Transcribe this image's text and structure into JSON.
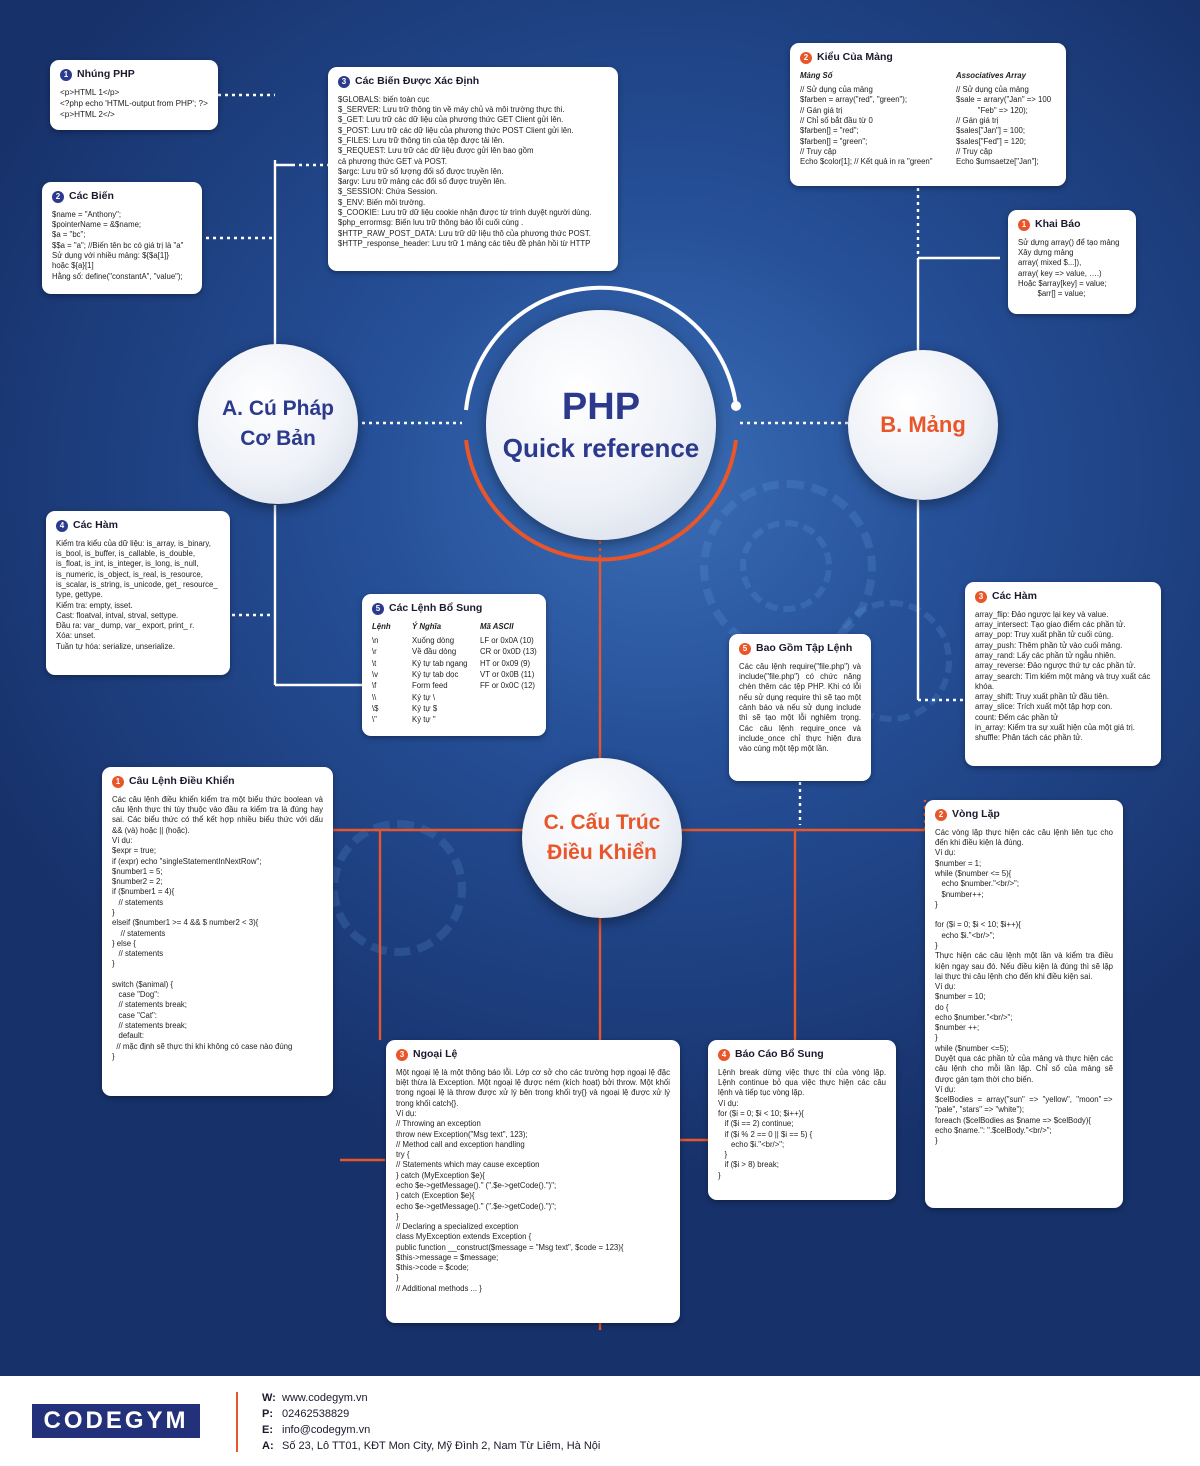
{
  "center": {
    "title": "PHP",
    "subtitle": "Quick reference"
  },
  "hubs": {
    "a": {
      "line1": "A. Cú Pháp",
      "line2": "Cơ Bản"
    },
    "b": {
      "line1": "B. Mảng"
    },
    "c": {
      "line1": "C. Cấu Trúc",
      "line2": "Điều Khiển"
    }
  },
  "colors": {
    "orange": "#e8562a",
    "navy": "#2b3a8c",
    "background": "#23498f"
  },
  "cards": {
    "nhung_php": {
      "num": "1",
      "title": "Nhúng PHP",
      "body": "<p>HTML 1</p>\n<?php echo 'HTML-output from PHP'; ?>\n<p>HTML 2</>"
    },
    "cac_bien": {
      "num": "2",
      "title": "Các Biến",
      "body": "$name = \"Anthony\";\n$pointerName = &$name;\n$a = \"bc\";\n$$a = \"a\"; //Biến tên bc có giá trị là \"a\"\nSử dụng với nhiều mảng: ${$a[1]}\nhoặc ${a}[1]\nHằng số: define(\"constantA\", \"value\");"
    },
    "bien_xac_dinh": {
      "num": "3",
      "title": "Các Biến Được Xác Định",
      "body": "$GLOBALS: biến toàn cục\n$_SERVER: Lưu trữ thông tin về máy chủ và môi trường thực thi.\n$_GET: Lưu trữ các dữ liệu của phương thức GET Client gửi lên.\n$_POST: Lưu trữ các dữ liệu của phương thức POST Client gửi lên.\n$_FILES: Lưu trữ thông tin của tệp được tải lên.\n$_REQUEST: Lưu trữ các dữ liệu được gửi lên bao gồm\ncả phương thức GET và POST.\n$argc: Lưu trữ số lượng đối số được truyền lên.\n$argv: Lưu trữ mảng các đối số được truyền lên.\n$_SESSION: Chứa Session.\n$_ENV: Biến môi trường.\n$_COOKIE: Lưu trữ dữ liệu cookie nhận được từ trình duyệt người dùng.\n$php_errormsg: Biến lưu trữ thông báo lỗi cuối cùng .\n$HTTP_RAW_POST_DATA: Lưu trữ dữ liệu thô của phương thức POST.\n$HTTP_response_header: Lưu trữ 1 mảng các tiêu đề phản hồi từ HTTP"
    },
    "cac_ham_a": {
      "num": "4",
      "title": "Các Hàm",
      "body": "Kiểm tra kiểu của dữ liệu: is_array, is_binary, is_bool, is_buffer, is_callable, is_double, is_float, is_int, is_integer, is_long, is_null, is_numeric, is_object, is_real, is_resource, is_scalar, is_string, is_unicode, get_ resource_ type, gettype.\nKiểm tra: empty, isset.\nCast: floatval, intval, strval, settype.\nĐầu ra: var_ dump, var_ export, print_ r.\nXóa: unset.\nTuần tự hóa: serialize, unserialize."
    },
    "lenh_bo_sung": {
      "num": "5",
      "title": "Các Lệnh Bổ Sung",
      "headers": [
        "Lệnh",
        "Ý Nghĩa",
        "Mã ASCII"
      ],
      "rows": [
        [
          "\\n",
          "Xuống dòng",
          "LF or 0x0A (10)"
        ],
        [
          "\\r",
          "Về đầu dòng",
          "CR or 0x0D (13)"
        ],
        [
          "\\t",
          "Ký tự tab ngang",
          "HT or 0x09 (9)"
        ],
        [
          "\\v",
          "Ký tự tab dọc",
          "VT or 0x0B (11)"
        ],
        [
          "\\f",
          "Form feed",
          "FF or 0x0C (12)"
        ],
        [
          "\\\\",
          "Ký tự \\",
          ""
        ],
        [
          "\\$",
          "Ký tự $",
          ""
        ],
        [
          "\\\"",
          "Ký tự \"",
          ""
        ]
      ]
    },
    "kieu_mang": {
      "num": "2",
      "title": "Kiểu Của Mảng",
      "left_title": "Mảng Số",
      "left_body": "// Sử dụng của mảng\n$farben = array(\"red\", \"green\");\n// Gán giá trị\n// Chỉ số bắt đầu từ 0\n$farben[] = \"red\";\n$farben[] = \"green\";\n// Truy cập\nEcho $color[1]; // Kết quả in ra \"green\"",
      "right_title": "Associatives Array",
      "right_body": "// Sử dụng của mảng\n$sale = arrary(\"Jan\" => 100\n          \"Feb\" => 120);\n// Gán giá trị\n$sales[\"Jan\"] = 100;\n$sales[\"Fed\"] = 120;\n// Truy cập\nEcho $umsaetze[\"Jan\"];"
    },
    "khai_bao": {
      "num": "1",
      "title": "Khai Báo",
      "body": "Sử dựng array() để tạo mảng\nXây dựng mảng\narray( mixed $...]),\narray( key => value, ….)\nHoặc $array[key] = value;\n         $arr[] = value;"
    },
    "cac_ham_b": {
      "num": "3",
      "title": "Các Hàm",
      "body": "array_flip: Đảo ngược lại key và value.\narray_intersect: Tạo giao điểm các phần tử.\narray_pop: Truy xuất phần tử cuối cùng.\narray_push: Thêm phần tử vào cuối mảng.\narray_rand: Lấy các phần tử ngẫu nhiên.\narray_reverse: Đảo ngược thứ tự các phần tử.\narray_search: Tìm kiếm một mảng và truy xuất các khóa.\narray_shift: Truy xuất phần tử đầu tiên.\narray_slice: Trích xuất một tập hợp con.\ncount: Đếm các phần tử\nin_array: Kiểm tra sự xuất hiện của một giá trị.\nshuffle: Phân tách các phần tử."
    },
    "bao_gom": {
      "num": "5",
      "title": "Bao Gồm Tập Lệnh",
      "body": "Các câu lệnh require(\"file.php\") và include(\"file.php\") có chức năng chèn thêm các tệp PHP. Khi có lỗi nếu sử dụng require thì sẽ tạo một cảnh báo và nếu sử dụng include thì sẽ tạo một lỗi nghiêm trọng. Các câu lệnh require_once và include_once chỉ thực hiện đưa vào cùng một tệp một lần."
    },
    "dieu_khien": {
      "num": "1",
      "title": "Câu Lệnh Điều Khiển",
      "intro": "Các câu lệnh điều khiển kiểm tra một biểu thức boolean và câu lệnh thực thi tùy thuộc vào đầu ra kiểm tra là đúng hay sai. Các biểu thức có thể kết hợp nhiều biểu thức với dấu && (và) hoặc || (hoặc).",
      "body": "Ví dụ:\n$expr = true;\nif (expr) echo \"singleStatementInNextRow\";\n$number1 = 5;\n$number2 = 2;\nif ($number1 = 4){\n   // statements\n}\nelseif ($number1 >= 4 && $ number2 < 3){\n    // statements\n} else {\n   // statements\n}\n\nswitch ($animal) {\n   case \"Dog\":\n   // statements break;\n   case \"Cat\":\n   // statements break;\n   default:\n  // mặc định sẽ thực thi khi không có case nào đúng\n}"
    },
    "vong_lap": {
      "num": "2",
      "title": "Vòng Lặp",
      "body1": "Các vòng lặp thực hiện các câu lệnh liên tục cho đến khi điều kiện là đúng.",
      "body2": "Ví dụ:\n$number = 1;\nwhile ($number <= 5){\n   echo $number.\"<br/>\";\n   $number++;\n}\n\nfor ($i = 0; $i < 10; $i++){\n   echo $i.\"<br/>\";\n}\n",
      "body3": "Thực hiện các câu lệnh một lần và kiểm tra điều kiện ngay sau đó. Nếu điều kiện là đúng thì sẽ lặp lại thực thi câu lệnh cho đến khi điều kiện sai.",
      "body4": "Ví dụ:\n$number = 10;\ndo {\necho $number.\"<br/>\";\n$number ++;\n}\nwhile ($number <=5);",
      "body5": "Duyệt qua các phần tử của mảng và thực hiện các câu lệnh cho mỗi lần lặp. Chỉ số của mảng sẽ được gán tạm thời cho biến.",
      "body6": "Ví dụ:\n$celBodies  =  array(\"sun\"  =>  \"yellow\",  \"moon\" => \"pale\", \"stars\" => \"white\");\nforeach ($celBodies as $name => $celBody){\necho $name.\": \".$celBody.\"<br/>\";\n}"
    },
    "ngoai_le": {
      "num": "3",
      "title": "Ngoại Lệ",
      "intro": "Một ngoại lệ là một thông báo lỗi. Lớp cơ sở cho các trường hợp ngoại lệ đặc biệt thừa là Exception. Một ngoại lệ được ném (kích hoạt) bởi throw. Một khối trong ngoại lệ là throw được xử lý bên trong khối try{} và ngoại lệ được xử lý trong khối catch{}.",
      "body": "Ví dụ:\n// Throwing an exception\nthrow new Exception(\"Msg text\", 123);\n// Method call and exception handling\ntry {\n// Statements which may cause exception\n} catch (MyException $e){\necho $e->getMessage().\" (\".$e->getCode().\")\";\n} catch (Exception $e){\necho $e->getMessage().\" (\".$e->getCode().\")\";\n}\n// Declaring a specialized exception\nclass MyException extends Exception {\npublic function __construct($message = \"Msg text\", $code = 123){\n$this->message = $message;\n$this->code = $code;\n}\n// Additional methods ... }"
    },
    "bao_cao": {
      "num": "4",
      "title": "Báo Cáo Bổ Sung",
      "intro": "Lệnh break dừng việc thực thi của vòng lặp. Lệnh continue bỏ qua việc thực hiện các câu lệnh và tiếp tục vòng lặp.",
      "body": "Ví dụ:\nfor ($i = 0; $i < 10; $i++){\n   if ($i == 2) continue;\n   if ($i % 2 == 0 || $i == 5) {\n      echo $i.\"<br/>\";\n   }\n   if ($i > 8) break;\n}"
    }
  },
  "footer": {
    "logo": "CODEGYM",
    "w_label": "W:",
    "w_value": "www.codegym.vn",
    "p_label": "P:",
    "p_value": "02462538829",
    "e_label": "E:",
    "e_value": "info@codegym.vn",
    "a_label": "A:",
    "a_value": "Số 23, Lô TT01, KĐT Mon City, Mỹ Đình 2, Nam Từ Liêm, Hà Nội"
  }
}
